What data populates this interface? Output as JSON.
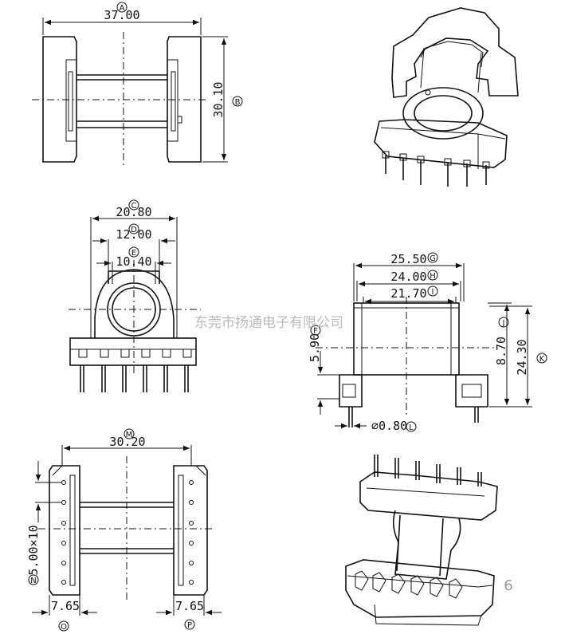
{
  "watermark": "东莞市扬通电子有限公司",
  "page_number": "6",
  "views": {
    "top": {
      "width": {
        "value": "37.00",
        "marker": "A"
      },
      "height": {
        "value": "30.10",
        "marker": "B"
      }
    },
    "front": {
      "d1": {
        "value": "20.80",
        "marker": "C"
      },
      "d2": {
        "value": "12.00",
        "marker": "D"
      },
      "d3": {
        "value": "10.40",
        "marker": "E"
      }
    },
    "side": {
      "d1": {
        "value": "25.50",
        "marker": "G"
      },
      "d2": {
        "value": "24.00",
        "marker": "H"
      },
      "d3": {
        "value": "21.70",
        "marker": "I"
      },
      "left": {
        "value": "5.90",
        "marker": "F"
      },
      "right1": {
        "value": "8.70",
        "marker": "J"
      },
      "right2": {
        "value": "24.30",
        "marker": "K"
      },
      "pin": {
        "value": "⌀0.80",
        "marker": "L"
      }
    },
    "bottom": {
      "width": {
        "value": "30.20",
        "marker": "M"
      },
      "pitch": {
        "value": "5.00×10",
        "marker": "N"
      },
      "left": {
        "value": "7.65",
        "marker": "O"
      },
      "right": {
        "value": "7.65",
        "marker": "P"
      }
    }
  }
}
